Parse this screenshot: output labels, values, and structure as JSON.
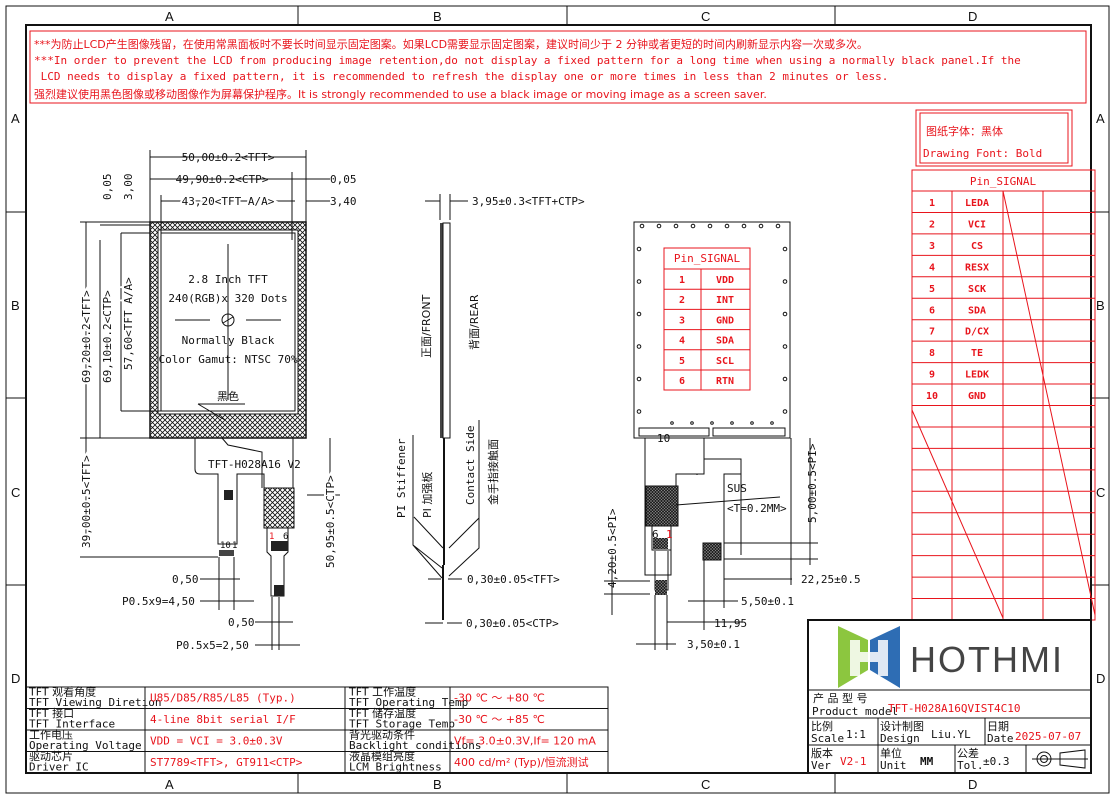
{
  "colors": {
    "annotation_red": "#e8141c",
    "line_black": "#111111",
    "logo_green": "#8cc63f",
    "logo_blue": "#2e6db4",
    "logo_text": "#444444"
  },
  "border": {
    "columns": [
      "A",
      "B",
      "C",
      "D"
    ],
    "rows": [
      "A",
      "B",
      "C",
      "D"
    ]
  },
  "notice": {
    "lines": [
      "***为防止LCD产生图像残留，在使用常黑面板时不要长时间显示固定图案。如果LCD需要显示固定图案，建议时间少于 2 分钟或者更短的时间内刷新显示内容一次或多次。",
      "***In order to prevent the LCD from producing image retention,do not display a fixed pattern for a long time when using a normally black panel.If the",
      " LCD needs to display a fixed pattern, it is recommended to refresh the display one or more times in less than 2 minutes or less.",
      "强烈建议使用黑色图像或移动图像作为屏幕保护程序。It is strongly recommended to use a black image or moving image as a screen saver."
    ]
  },
  "drawing_font": {
    "cn": "图纸字体：黑体",
    "en": "Drawing Font: Bold"
  },
  "pin_signal_main": {
    "title": "Pin_SIGNAL",
    "pins": [
      {
        "no": "1",
        "signal": "LEDA"
      },
      {
        "no": "2",
        "signal": "VCI"
      },
      {
        "no": "3",
        "signal": "CS"
      },
      {
        "no": "4",
        "signal": "RESX"
      },
      {
        "no": "5",
        "signal": "SCK"
      },
      {
        "no": "6",
        "signal": "SDA"
      },
      {
        "no": "7",
        "signal": "D/CX"
      },
      {
        "no": "8",
        "signal": "TE"
      },
      {
        "no": "9",
        "signal": "LEDK"
      },
      {
        "no": "10",
        "signal": "GND"
      }
    ]
  },
  "front_view": {
    "panel_text": [
      "2.8 Inch TFT",
      "240(RGB)x 320 Dots",
      "Normally Black",
      "Color Gamut: NTSC 70%"
    ],
    "black_label": "黑色",
    "fpc_label": "TFT-H028A16 V2",
    "tft_pin_labels": [
      "10",
      "1"
    ],
    "ctp_pin_labels": [
      "1",
      "6"
    ],
    "dims": {
      "width_tft": "50,00±0.2<TFT>",
      "width_ctp": "49,90±0.2<CTP>",
      "width_aa": "43,20<TFT A/A>",
      "right_offset_ctp": "0,05",
      "right_offset_aa": "3,40",
      "top_offset_ctp": "0,05",
      "top_offset_aa": "3,00",
      "height_tft": "69,20±0.2<TFT>",
      "height_ctp": "69,10±0.2<CTP>",
      "height_aa": "57,60<TFT A/A>",
      "fpc_length_tft": "39,00±0.5<TFT>",
      "fpc_length_ctp": "50,95±0.5<CTP>",
      "tft_pin_width": "0,50",
      "tft_pitch": "P0.5x9=4,50",
      "ctp_pin_width": "0,50",
      "ctp_pitch": "P0.5x5=2,50"
    }
  },
  "side_view": {
    "thickness": "3,95±0.3<TFT+CTP>",
    "front_label": "正面/FRONT",
    "rear_label": "背面/REAR",
    "pi_stiffener": "PI Stiffener",
    "pi_stiffener_cn": "PI 加强板",
    "contact_side": "Contact Side",
    "contact_side_cn": "金手指接触面",
    "fpc_thickness_tft": "0,30±0.05<TFT>",
    "fpc_thickness_ctp": "0,30±0.05<CTP>"
  },
  "rear_view": {
    "pin_table": {
      "title": "Pin_SIGNAL",
      "pins": [
        {
          "no": "1",
          "signal": "VDD"
        },
        {
          "no": "2",
          "signal": "INT"
        },
        {
          "no": "3",
          "signal": "GND"
        },
        {
          "no": "4",
          "signal": "SDA"
        },
        {
          "no": "5",
          "signal": "SCL"
        },
        {
          "no": "6",
          "signal": "RTN"
        }
      ]
    },
    "connector_label": "10",
    "fpc_pin_labels": [
      "6",
      "1"
    ],
    "sus_label": "SUS",
    "sus_thickness": "<T=0.2MM>",
    "dims": {
      "stiffener_tft": "4,20±0.5<PI>",
      "stiffener_ctp": "5,00±0.5<PI>",
      "offset_right": "22,25±0.5",
      "ctp_width": "5,50±0.1",
      "fpc_spacing": "11,95",
      "tft_width": "3,50±0.1"
    }
  },
  "spec_table": [
    {
      "label_cn": "TFT 观看角度",
      "label_en": "TFT Viewing Diretion",
      "value": "U85/D85/R85/L85 (Typ.)",
      "label2_cn": "TFT 工作温度",
      "label2_en": "TFT Operating Temp",
      "value2": "-30 ℃ ～ +80 ℃"
    },
    {
      "label_cn": "TFT 接口",
      "label_en": "TFT Interface",
      "value": "4-line 8bit serial I/F",
      "label2_cn": "TFT 储存温度",
      "label2_en": "TFT Storage Temp",
      "value2": "-30 ℃ ～ +85 ℃"
    },
    {
      "label_cn": "工作电压",
      "label_en": "Operating Voltage",
      "value": "VDD = VCI = 3.0±0.3V",
      "label2_cn": "背光驱动条件",
      "label2_en": "Backlight conditions",
      "value2": "Vf= 3.0±0.3V,If= 120 mA"
    },
    {
      "label_cn": "驱动芯片",
      "label_en": "Driver IC",
      "value": "ST7789<TFT>, GT911<CTP>",
      "label2_cn": "液晶模组亮度",
      "label2_en": "LCM Brightness",
      "value2": "400 cd/m² (Typ)/恒流测试"
    }
  ],
  "title_block": {
    "logo_text": "HOTHMI",
    "product_model_cn": "产 品 型 号",
    "product_model_en": "Product model",
    "product_model": "TFT-H028A16QVIST4C10",
    "scale_cn": "比例",
    "scale_en": "Scale",
    "scale": "1:1",
    "design_cn": "设计制图",
    "design_en": "Design",
    "design": "Liu.YL",
    "date_cn": "日期",
    "date_en": "Date",
    "date": "2025-07-07",
    "ver_cn": "版本",
    "ver_en": "Ver",
    "ver": "V2-1",
    "unit_cn": "单位",
    "unit_en": "Unit",
    "unit": "MM",
    "tol_cn": "公差",
    "tol_en": "Tol.",
    "tol": "±0.3"
  }
}
